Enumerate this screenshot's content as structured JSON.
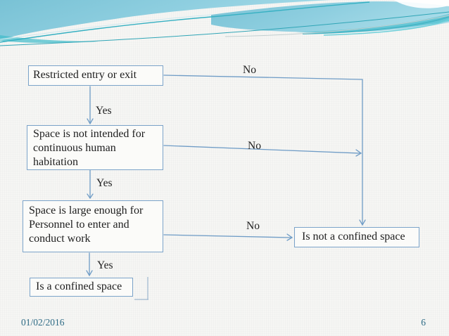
{
  "slide": {
    "footer": {
      "date": "01/02/2016",
      "slide_number": "6"
    }
  },
  "flowchart": {
    "nodes": [
      {
        "id": "restricted-entry",
        "label": "Restricted entry or exit"
      },
      {
        "id": "not-intended",
        "label": "Space is not intended for continuous human habitation"
      },
      {
        "id": "large-enough",
        "label": "Space is large enough for Personnel to enter and conduct work"
      },
      {
        "id": "is-confined",
        "label": "Is a confined space"
      },
      {
        "id": "is-not-confined",
        "label": "Is not a confined space"
      }
    ],
    "edges": [
      {
        "from": "restricted-entry",
        "to": "not-intended",
        "label": "Yes"
      },
      {
        "from": "not-intended",
        "to": "large-enough",
        "label": "Yes"
      },
      {
        "from": "large-enough",
        "to": "is-confined",
        "label": "Yes"
      },
      {
        "from": "restricted-entry",
        "to": "is-not-confined",
        "label": "No"
      },
      {
        "from": "not-intended",
        "to": "is-not-confined",
        "label": "No"
      },
      {
        "from": "large-enough",
        "to": "is-not-confined",
        "label": "No"
      }
    ],
    "colors": {
      "connector": "#6f9cc6",
      "box_border": "#7ba3c9",
      "text": "#1e1e1e",
      "footer_text": "#2e6b85",
      "wave_blue": "#7cc4d6",
      "wave_teal": "#4cc0cf"
    }
  }
}
